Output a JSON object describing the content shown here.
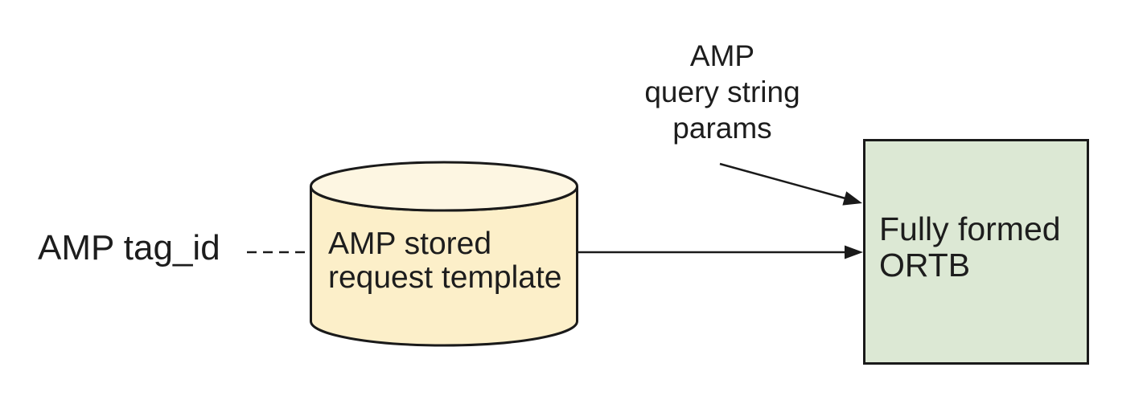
{
  "canvas": {
    "background": "#ffffff"
  },
  "palette": {
    "stroke": "#1a1a1a",
    "text": "#1d1d1d",
    "cylinder_body_fill": "#fcefc9",
    "cylinder_top_fill": "#fdf6e2",
    "ortb_box_fill": "#dce8d4"
  },
  "labels": {
    "tag_id": "AMP tag_id",
    "query_params": "AMP\nquery string\nparams",
    "cylinder": "AMP stored\nrequest template",
    "ortb_box": "Fully formed\nORTB"
  }
}
